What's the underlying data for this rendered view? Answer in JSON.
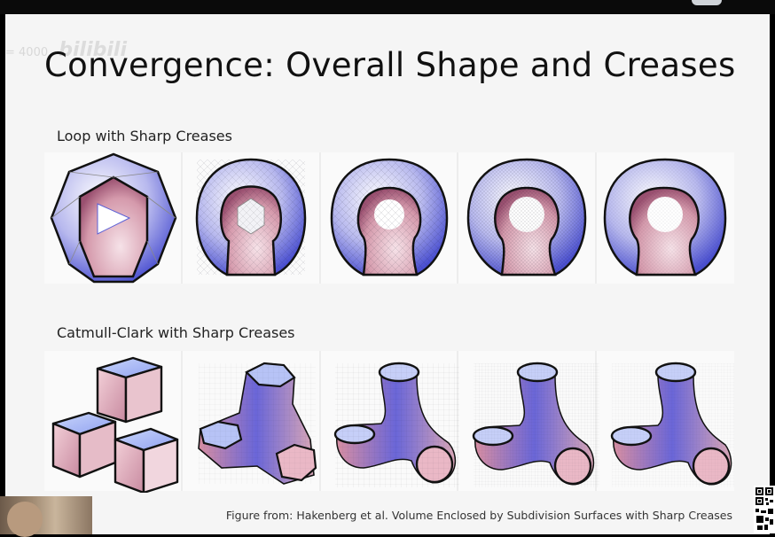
{
  "slide": {
    "title": "Convergence: Overall Shape and Creases",
    "watermark_text": "= 4000",
    "watermark_logo": "bilibili",
    "section1": "Loop with Sharp Creases",
    "section2": "Catmull-Clark with Sharp Creases",
    "caption": "Figure from:  Hakenberg et al. Volume Enclosed by Subdivision Surfaces with Sharp Creases"
  },
  "colors": {
    "slide_bg": "#f5f5f5",
    "surface_blue": "#5a5fd6",
    "surface_white": "#f2f2f6",
    "surface_pink": "#c98ea0",
    "crease": "#111111"
  },
  "icons": [
    "qr-code-icon",
    "webcam-overlay"
  ]
}
